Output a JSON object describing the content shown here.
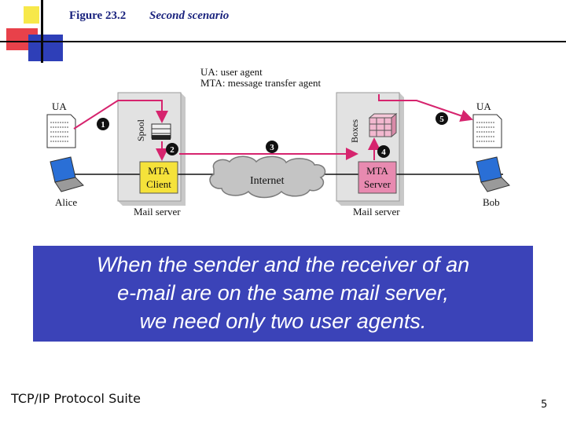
{
  "header": {
    "figure_label": "Figure 23.2",
    "figure_title": "Second scenario"
  },
  "legend": {
    "ua_line": "UA: user agent",
    "mta_line": "MTA: message transfer agent"
  },
  "diagram": {
    "left_ua": "UA",
    "right_ua": "UA",
    "alice": "Alice",
    "bob": "Bob",
    "spool": "Spool",
    "boxes": "Boxes",
    "mta_client_line1": "MTA",
    "mta_client_line2": "Client",
    "mta_server_line1": "MTA",
    "mta_server_line2": "Server",
    "internet": "Internet",
    "mail_server_left": "Mail server",
    "mail_server_right": "Mail server",
    "step1": "1",
    "step2": "2",
    "step3": "3",
    "step4": "4",
    "step5": "5"
  },
  "banner": {
    "line1": "When the sender and the receiver of an",
    "line2": "e-mail are on the same mail server,",
    "line3": "we need only two user agents."
  },
  "footer": {
    "suite": "TCP/IP Protocol Suite",
    "page": "5"
  },
  "colors": {
    "arrow": "#d6246e",
    "mta_box": "#f5e23a",
    "mta_server_box": "#e88ab0",
    "banner_bg": "#3b43b8",
    "title_text": "#1a237e"
  }
}
